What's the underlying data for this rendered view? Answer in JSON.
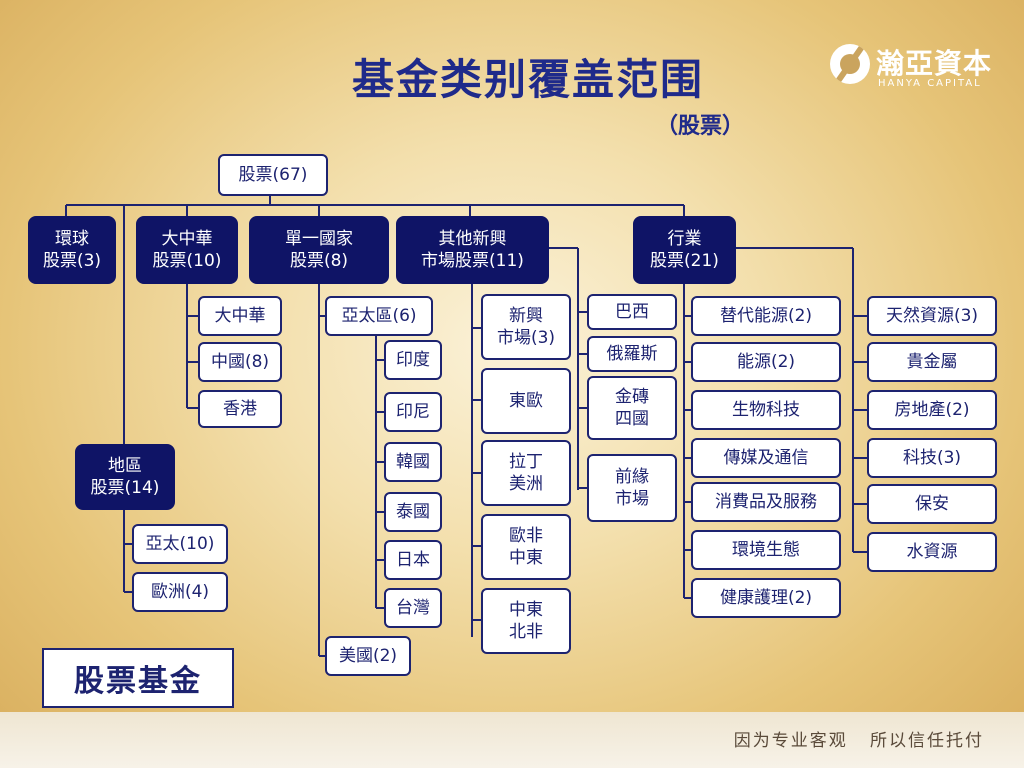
{
  "title": "基金类别覆盖范围",
  "subtitle": "（股票）",
  "logo": {
    "name_cn": "瀚亞資本",
    "name_en": "HANYA  CAPITAL"
  },
  "slogan": "因为专业客观   所以信任托付",
  "footer_label": "股票基金",
  "root": "股票(67)",
  "categories": {
    "global": "環球\n股票(3)",
    "greater_china": "大中華\n股票(10)",
    "single_country": "單一國家\n股票(8)",
    "other_emerging": "其他新興\n市場股票(11)",
    "sector": "行業\n股票(21)",
    "region": "地區\n股票(14)"
  },
  "greater_china_items": [
    "大中華",
    "中國(8)",
    "香港"
  ],
  "region_items": [
    "亞太(10)",
    "歐洲(4)"
  ],
  "single_country_groups": {
    "asia_pacific": "亞太區(6)",
    "usa": "美國(2)"
  },
  "asia_pacific_items": [
    "印度",
    "印尼",
    "韓國",
    "泰國",
    "日本",
    "台灣"
  ],
  "emerging_items": [
    "新興\n市場(3)",
    "東歐",
    "拉丁\n美洲",
    "歐非\n中東",
    "中東\n北非"
  ],
  "country_items": [
    "巴西",
    "俄羅斯",
    "金磚\n四國",
    "前緣\n市場"
  ],
  "sector_items_left": [
    "替代能源(2)",
    "能源(2)",
    "生物科技",
    "傳媒及通信",
    "消費品及服務",
    "環境生態",
    "健康護理(2)"
  ],
  "sector_items_right": [
    "天然資源(3)",
    "貴金屬",
    "房地產(2)",
    "科技(3)",
    "保安",
    "水資源"
  ]
}
